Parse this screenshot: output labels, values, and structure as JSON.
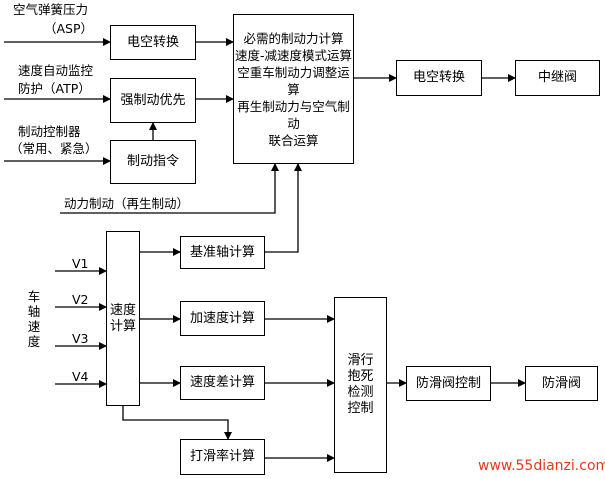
{
  "inputs": {
    "asp": [
      "空气弹簧压力",
      "（ASP）"
    ],
    "atp": [
      "速度自动监控",
      "防护（ATP）"
    ],
    "controller": [
      "制动控制器",
      "（常用、紧急）"
    ],
    "dynamic": "动力制动（再生制动）",
    "axle_speed": "车轴速度",
    "v1": "V1",
    "v2": "V2",
    "v3": "V3",
    "v4": "V4"
  },
  "boxes": {
    "ep1": "电空转换",
    "strong_brake": "强制动优先",
    "brake_cmd": "制动指令",
    "calc": "必需的制动力计算\n速度-减速度模式运算\n空重车制动力调整运算\n再生制动力与空气制动\n联合运算",
    "ep2": "电空转换",
    "relay": "中继阀",
    "speed_calc": "速度\n计算",
    "ref_axle": "基准轴计算",
    "accel": "加速度计算",
    "speed_diff": "速度差计算",
    "slip_rate": "打滑率计算",
    "skid_detect": "滑行\n抱死\n检测\n控制",
    "anti_skid_ctrl": "防滑阀控制",
    "anti_skid_valve": "防滑阀"
  },
  "watermark": "www.55dianzi.com",
  "colors": {
    "line": "#000000",
    "watermark": "#e23b1d"
  }
}
